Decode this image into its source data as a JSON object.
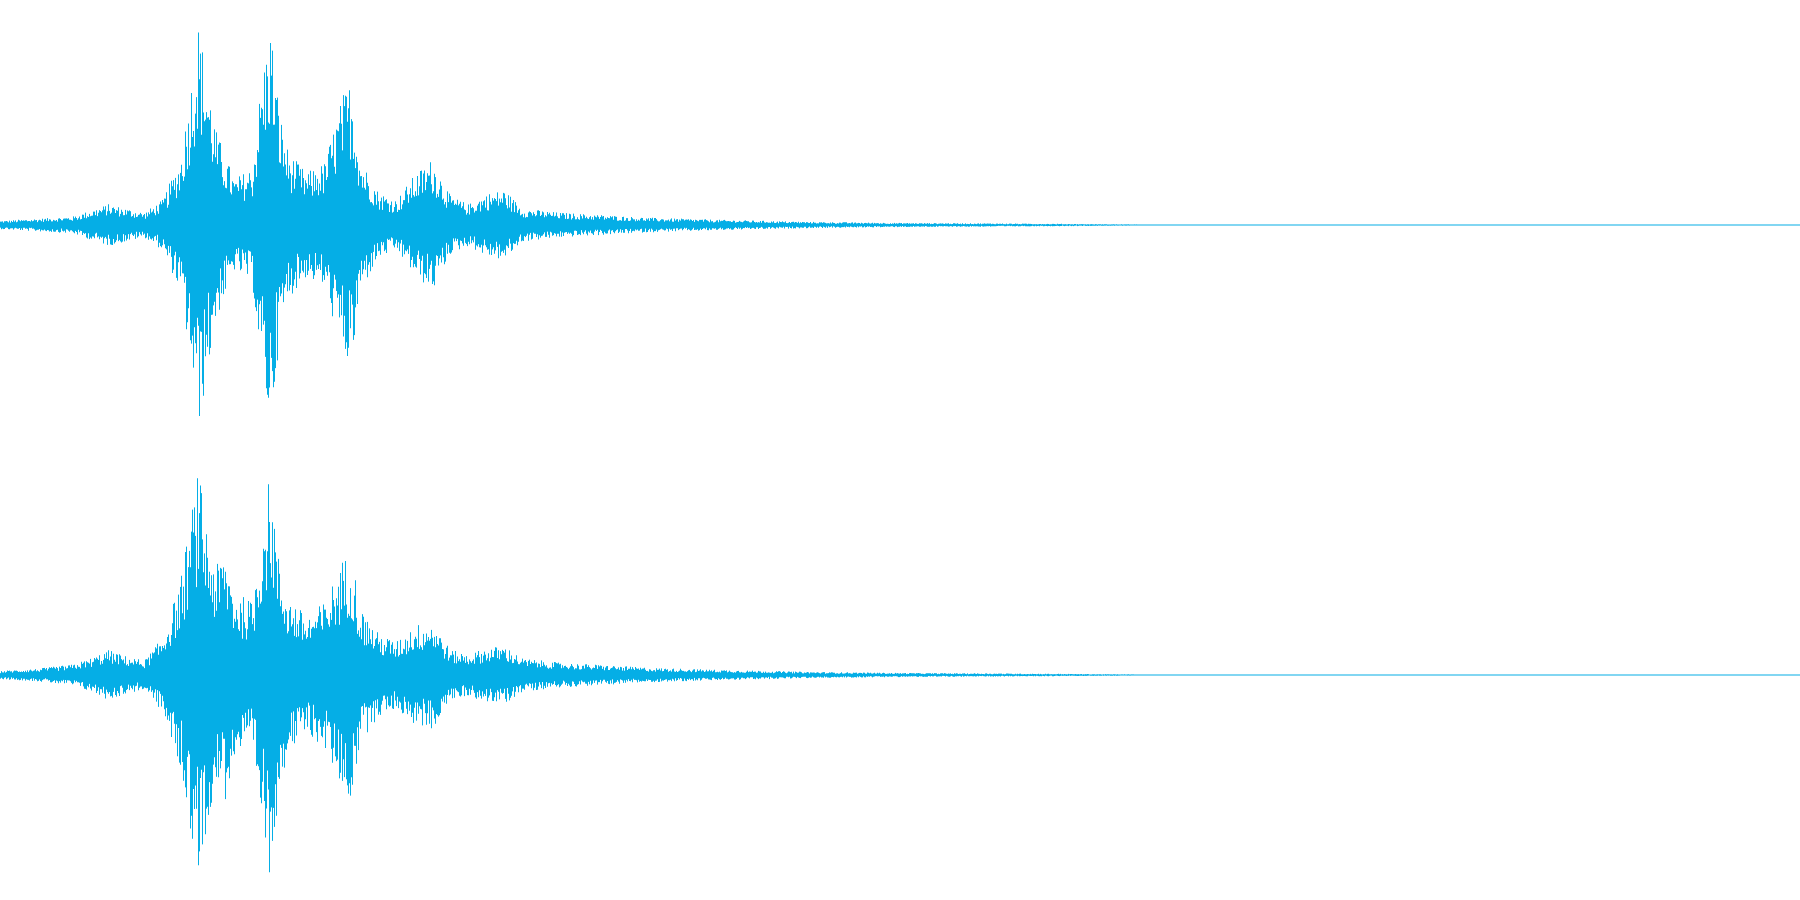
{
  "waveform": {
    "color": "#05aee6",
    "background": "#ffffff",
    "channels": [
      {
        "name": "left",
        "amplitude_envelope": [
          [
            0.0,
            0.02
          ],
          [
            0.02,
            0.03
          ],
          [
            0.04,
            0.04
          ],
          [
            0.05,
            0.07
          ],
          [
            0.06,
            0.1
          ],
          [
            0.07,
            0.08
          ],
          [
            0.08,
            0.06
          ],
          [
            0.09,
            0.12
          ],
          [
            0.1,
            0.32
          ],
          [
            0.105,
            0.62
          ],
          [
            0.11,
            0.97
          ],
          [
            0.115,
            0.72
          ],
          [
            0.12,
            0.45
          ],
          [
            0.13,
            0.22
          ],
          [
            0.14,
            0.28
          ],
          [
            0.145,
            0.7
          ],
          [
            0.15,
            0.98
          ],
          [
            0.155,
            0.55
          ],
          [
            0.16,
            0.35
          ],
          [
            0.17,
            0.25
          ],
          [
            0.18,
            0.3
          ],
          [
            0.19,
            0.62
          ],
          [
            0.195,
            0.7
          ],
          [
            0.2,
            0.32
          ],
          [
            0.21,
            0.16
          ],
          [
            0.22,
            0.12
          ],
          [
            0.23,
            0.24
          ],
          [
            0.24,
            0.32
          ],
          [
            0.25,
            0.14
          ],
          [
            0.26,
            0.1
          ],
          [
            0.27,
            0.15
          ],
          [
            0.28,
            0.17
          ],
          [
            0.29,
            0.08
          ],
          [
            0.31,
            0.06
          ],
          [
            0.33,
            0.05
          ],
          [
            0.36,
            0.035
          ],
          [
            0.4,
            0.025
          ],
          [
            0.45,
            0.015
          ],
          [
            0.5,
            0.01
          ],
          [
            0.55,
            0.008
          ],
          [
            0.6,
            0.005
          ],
          [
            0.63,
            0.003
          ],
          [
            0.65,
            0.0
          ],
          [
            1.0,
            0.0
          ]
        ]
      },
      {
        "name": "right",
        "amplitude_envelope": [
          [
            0.0,
            0.02
          ],
          [
            0.02,
            0.03
          ],
          [
            0.04,
            0.05
          ],
          [
            0.05,
            0.08
          ],
          [
            0.06,
            0.12
          ],
          [
            0.07,
            0.09
          ],
          [
            0.08,
            0.07
          ],
          [
            0.09,
            0.18
          ],
          [
            0.1,
            0.45
          ],
          [
            0.105,
            0.72
          ],
          [
            0.11,
            0.98
          ],
          [
            0.115,
            0.7
          ],
          [
            0.12,
            0.52
          ],
          [
            0.125,
            0.6
          ],
          [
            0.13,
            0.4
          ],
          [
            0.14,
            0.35
          ],
          [
            0.145,
            0.72
          ],
          [
            0.15,
            0.98
          ],
          [
            0.155,
            0.52
          ],
          [
            0.16,
            0.38
          ],
          [
            0.17,
            0.28
          ],
          [
            0.18,
            0.35
          ],
          [
            0.19,
            0.55
          ],
          [
            0.195,
            0.6
          ],
          [
            0.2,
            0.32
          ],
          [
            0.21,
            0.2
          ],
          [
            0.22,
            0.16
          ],
          [
            0.23,
            0.24
          ],
          [
            0.24,
            0.26
          ],
          [
            0.25,
            0.12
          ],
          [
            0.26,
            0.1
          ],
          [
            0.27,
            0.13
          ],
          [
            0.28,
            0.14
          ],
          [
            0.29,
            0.08
          ],
          [
            0.31,
            0.06
          ],
          [
            0.33,
            0.05
          ],
          [
            0.36,
            0.035
          ],
          [
            0.4,
            0.025
          ],
          [
            0.45,
            0.015
          ],
          [
            0.5,
            0.01
          ],
          [
            0.55,
            0.008
          ],
          [
            0.6,
            0.005
          ],
          [
            0.63,
            0.003
          ],
          [
            0.65,
            0.0
          ],
          [
            1.0,
            0.0
          ]
        ]
      }
    ]
  }
}
